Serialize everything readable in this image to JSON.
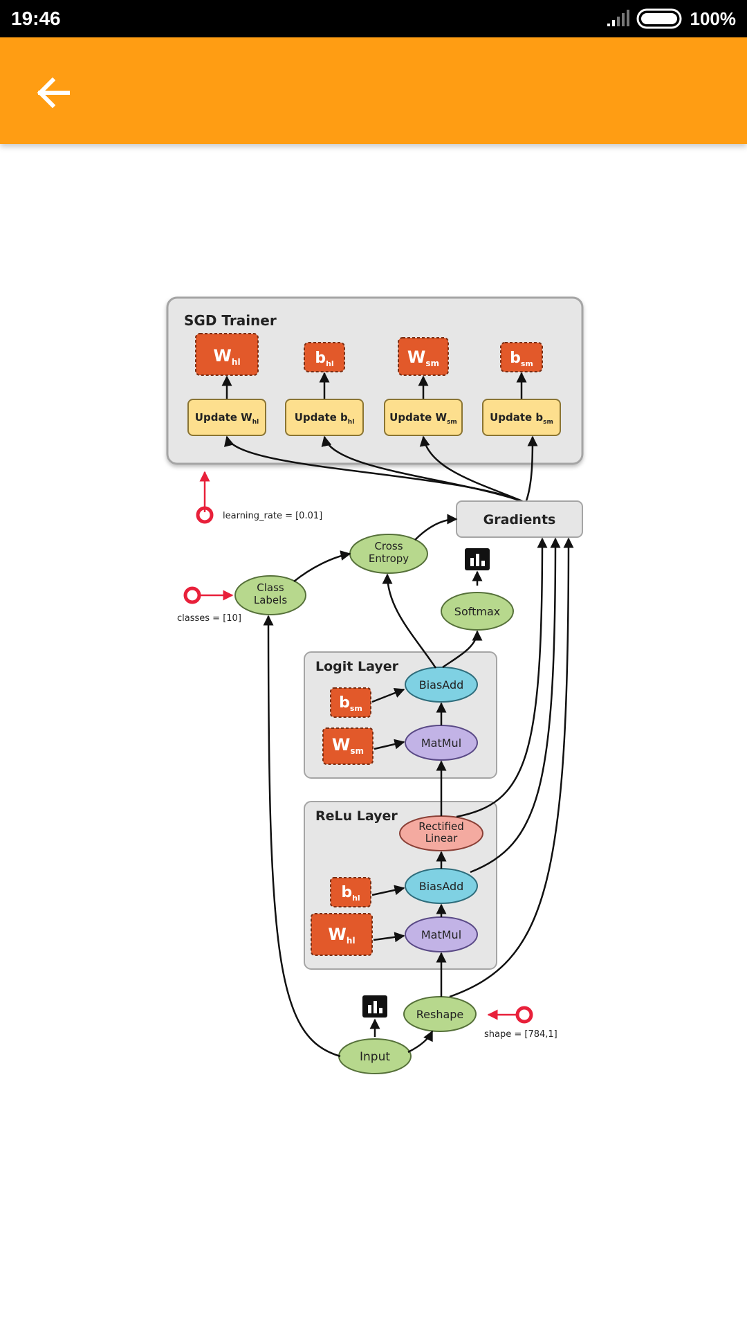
{
  "status_bar": {
    "time": "19:46",
    "battery": "100%",
    "icons": [
      "signal-icon",
      "battery-icon"
    ]
  },
  "app_bar": {
    "back_icon": "arrow-left-icon",
    "color": "#ff9d13"
  },
  "diagram": {
    "sgd_trainer": {
      "title": "SGD Trainer",
      "params": [
        {
          "base": "W",
          "sub": "hl"
        },
        {
          "base": "b",
          "sub": "hl"
        },
        {
          "base": "W",
          "sub": "sm"
        },
        {
          "base": "b",
          "sub": "sm"
        }
      ],
      "updates": [
        {
          "base": "Update W",
          "sub": "hl"
        },
        {
          "base": "Update b",
          "sub": "hl"
        },
        {
          "base": "Update W",
          "sub": "sm"
        },
        {
          "base": "Update b",
          "sub": "sm"
        }
      ]
    },
    "gradients": "Gradients",
    "learning_rate": "learning_rate = [0.01]",
    "cross_entropy": [
      "Cross",
      "Entropy"
    ],
    "class_labels": [
      "Class",
      "Labels"
    ],
    "classes": "classes = [10]",
    "softmax": "Softmax",
    "logit_layer": {
      "title": "Logit Layer",
      "bias_add": "BiasAdd",
      "matmul": "MatMul",
      "b": {
        "base": "b",
        "sub": "sm"
      },
      "w": {
        "base": "W",
        "sub": "sm"
      }
    },
    "relu_layer": {
      "title": "ReLu Layer",
      "rectified": [
        "Rectified",
        "Linear"
      ],
      "bias_add": "BiasAdd",
      "matmul": "MatMul",
      "b": {
        "base": "b",
        "sub": "hl"
      },
      "w": {
        "base": "W",
        "sub": "hl"
      }
    },
    "reshape": "Reshape",
    "shape": "shape = [784,1]",
    "input": "Input"
  }
}
